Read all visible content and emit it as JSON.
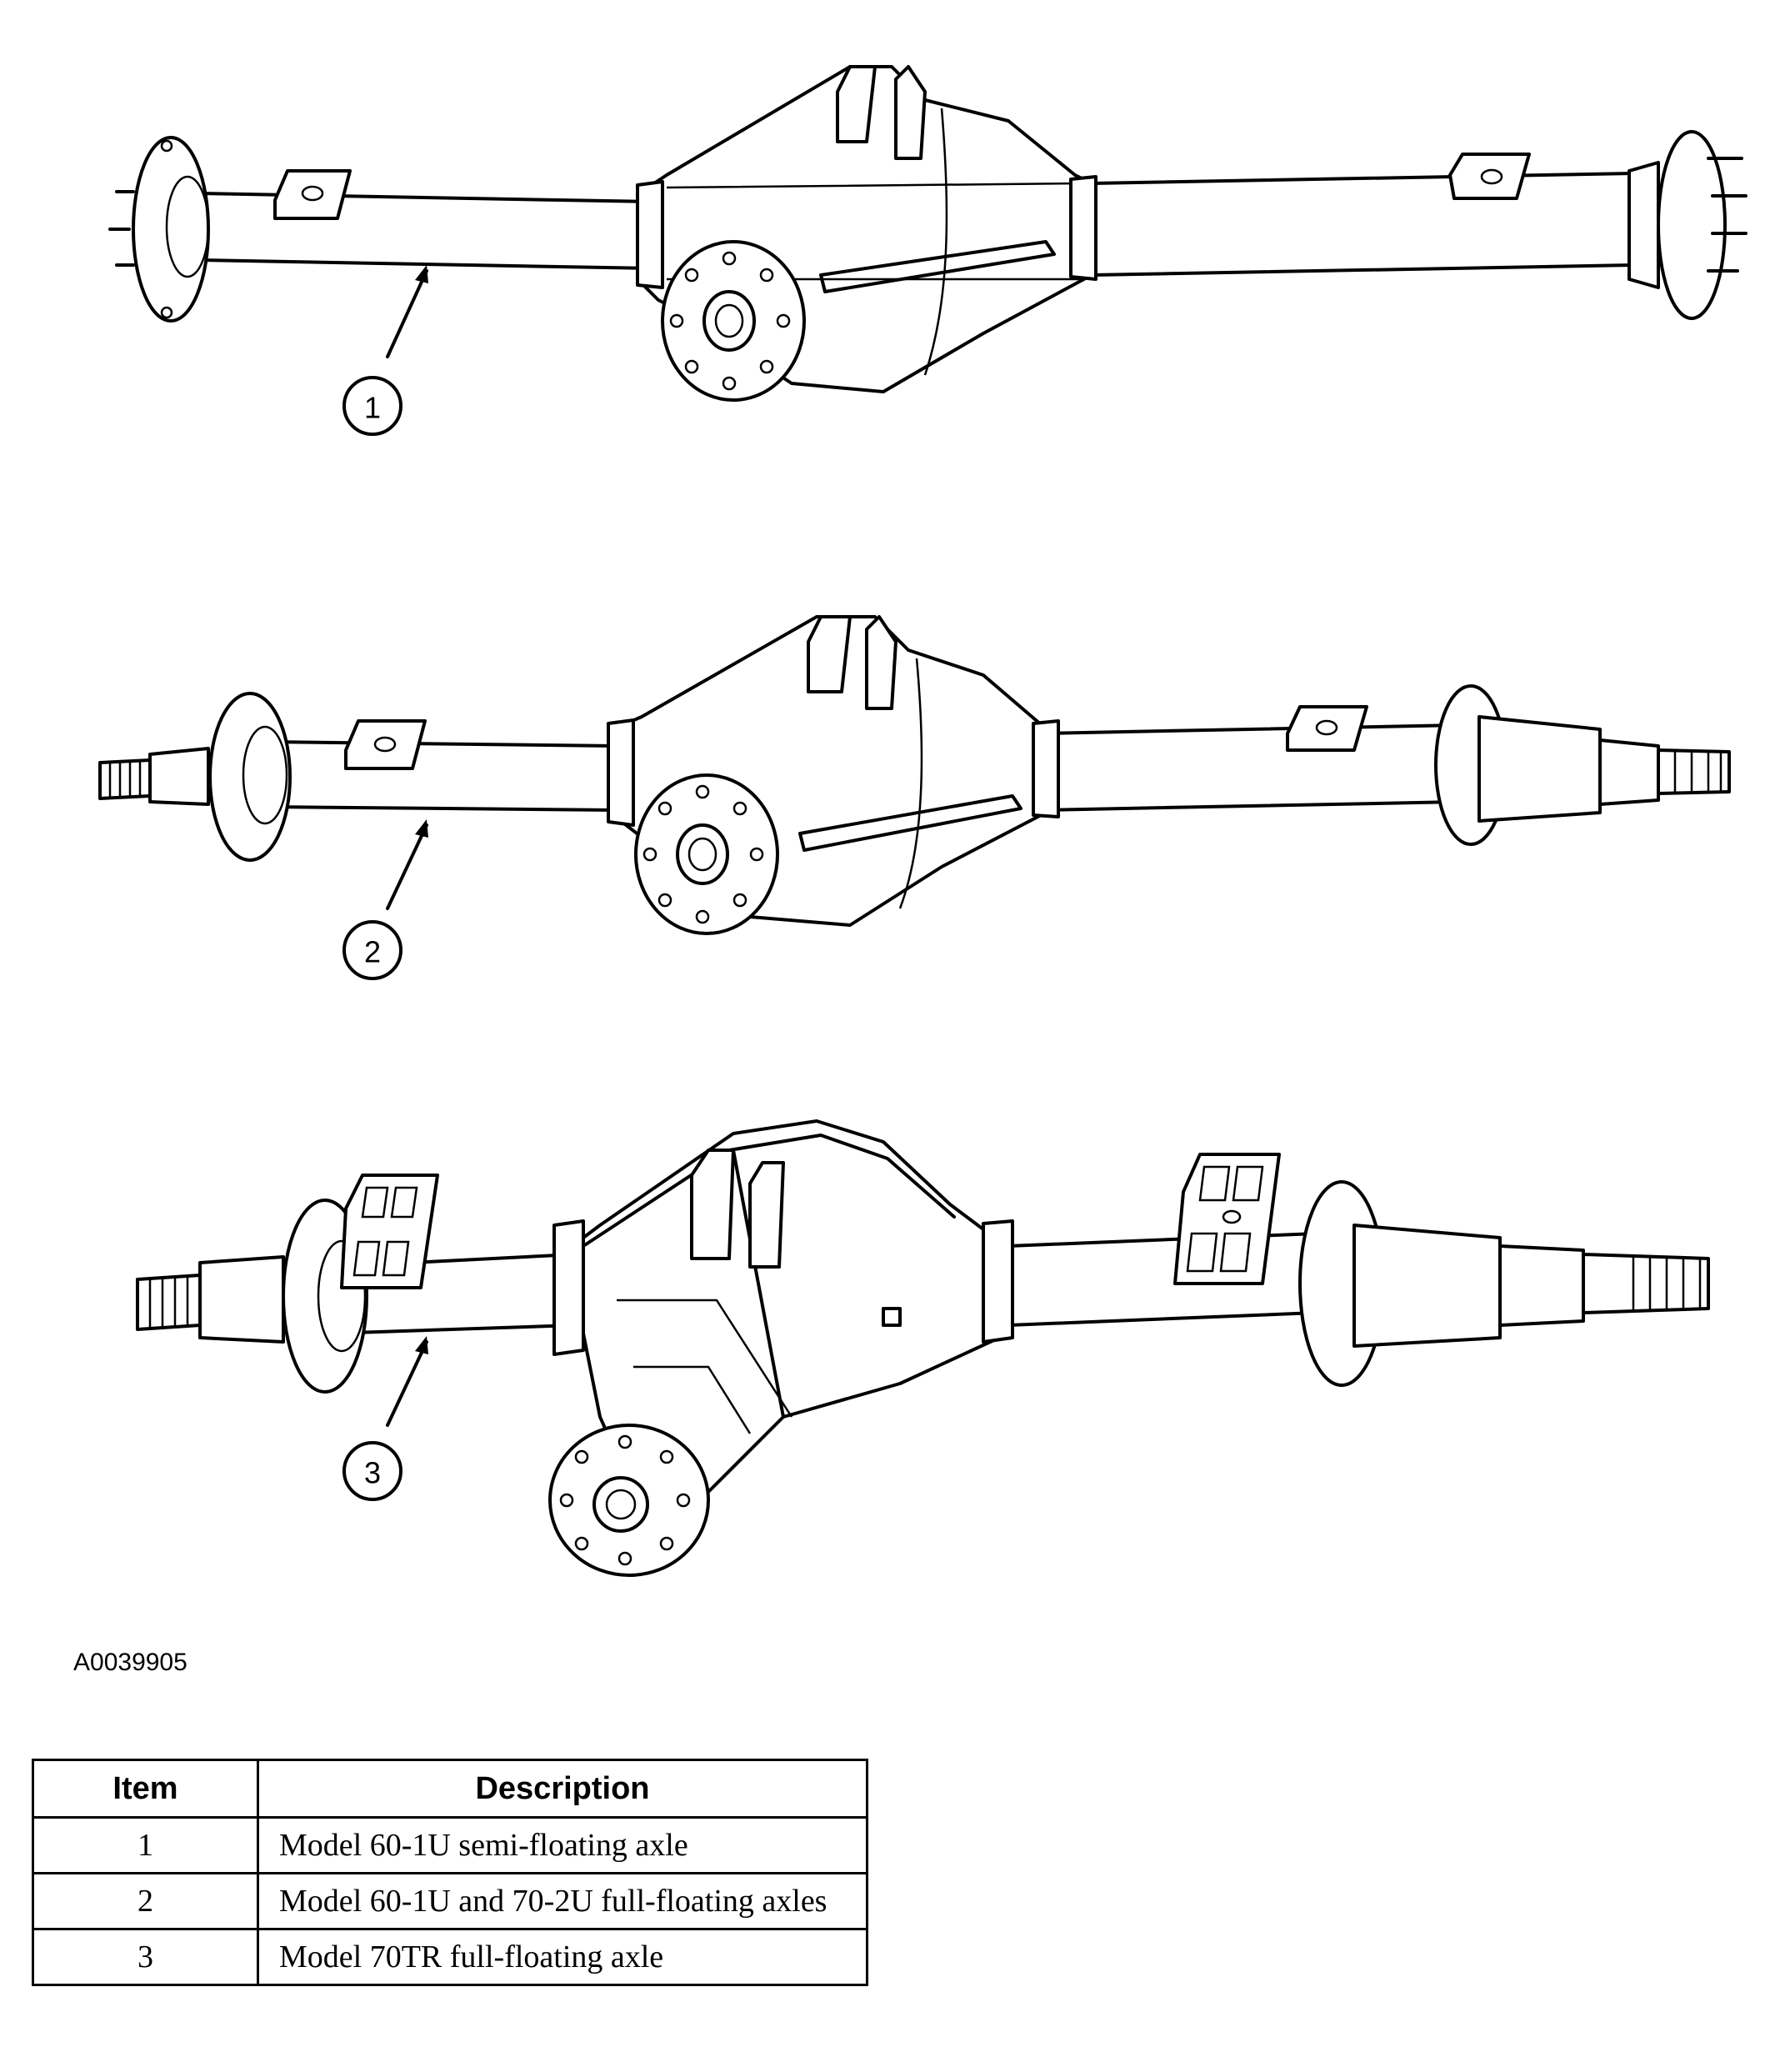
{
  "figure": {
    "reference_code": "A0039905",
    "callouts": [
      "1",
      "2",
      "3"
    ]
  },
  "legend": {
    "headers": {
      "item": "Item",
      "description": "Description"
    },
    "rows": [
      {
        "item": "1",
        "description": "Model 60-1U semi-floating axle"
      },
      {
        "item": "2",
        "description": "Model 60-1U and 70-2U full-floating axles"
      },
      {
        "item": "3",
        "description": "Model 70TR full-floating axle"
      }
    ]
  }
}
